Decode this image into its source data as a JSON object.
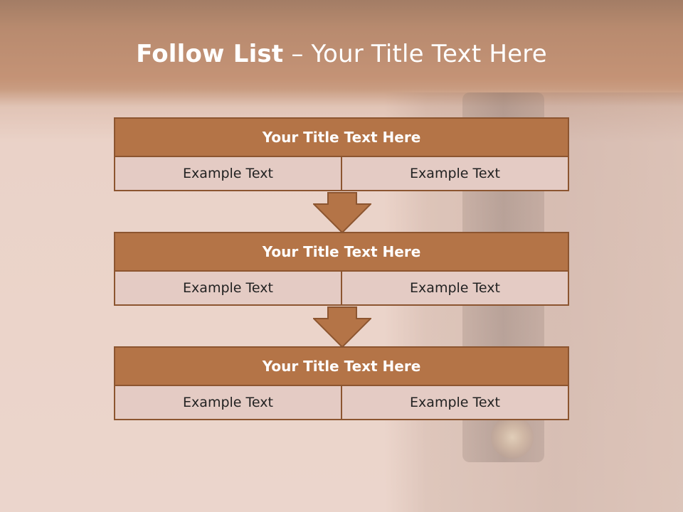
{
  "slide": {
    "title_bold": "Follow List",
    "title_rest": " – Your Title Text Here"
  },
  "blocks": [
    {
      "title": "Your Title Text Here",
      "left": "Example Text",
      "right": "Example Text"
    },
    {
      "title": "Your Title Text Here",
      "left": "Example Text",
      "right": "Example Text"
    },
    {
      "title": "Your Title Text Here",
      "left": "Example Text",
      "right": "Example Text"
    }
  ],
  "colors": {
    "header_fill": "#b47447",
    "border": "#8c5530",
    "cell_fill": "#e4cbc4"
  }
}
